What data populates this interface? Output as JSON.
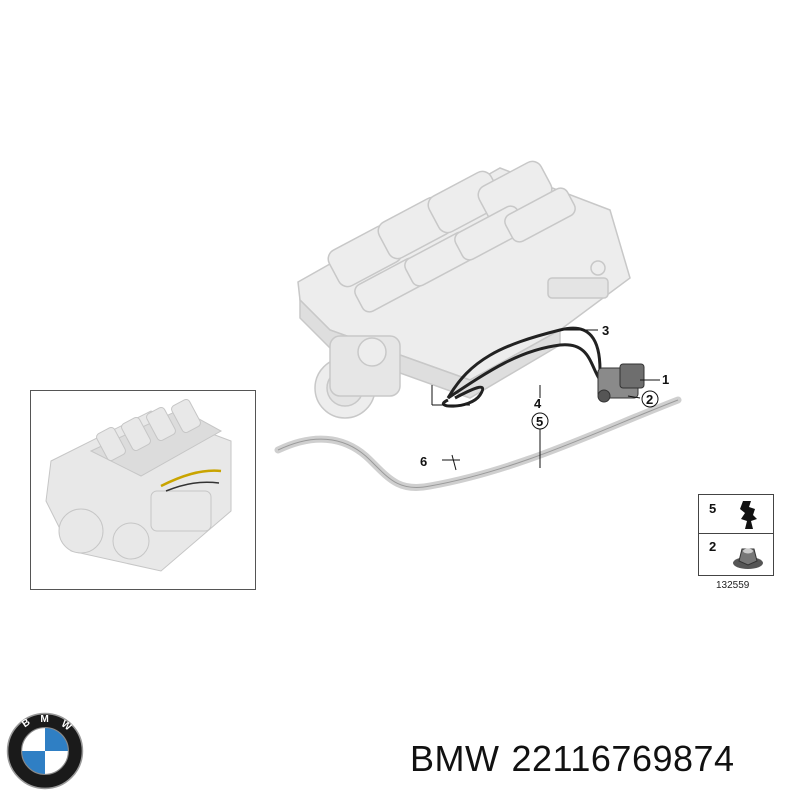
{
  "main_diagram": {
    "callouts": [
      "1",
      "2",
      "3",
      "4",
      "5",
      "6"
    ]
  },
  "legend": {
    "items": [
      {
        "number": "5",
        "icon": "hose-clip-icon"
      },
      {
        "number": "2",
        "icon": "hex-nut-icon"
      }
    ],
    "reference_number": "132559"
  },
  "caption": {
    "brand": "BMW",
    "part_number": "22116769874"
  },
  "logo": {
    "letters": "BMW",
    "colors": {
      "ring": "#1a1a1a",
      "blue": "#2f7fc4",
      "white": "#ffffff"
    }
  }
}
